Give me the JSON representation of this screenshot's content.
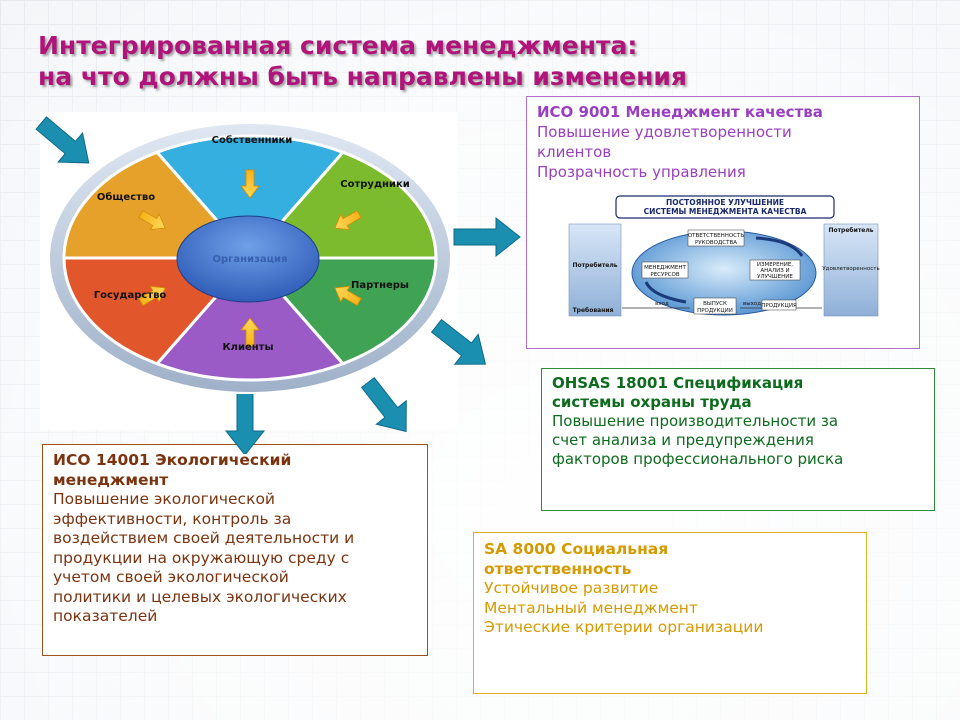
{
  "title": {
    "line1": "Интегрированная система менеджмента:",
    "line2": "на что должны быть направлены изменения"
  },
  "wheel": {
    "segments": [
      {
        "label": "Собственники",
        "color": "#35aee0"
      },
      {
        "label": "Сотрудники",
        "color": "#7cbb2e"
      },
      {
        "label": "Партнеры",
        "color": "#3fa353"
      },
      {
        "label": "Клиенты",
        "color": "#9b5bc6"
      },
      {
        "label": "Государство",
        "color": "#e2562c"
      },
      {
        "label": "Общество",
        "color": "#e6a12a"
      }
    ],
    "center": "Организация"
  },
  "boxes": {
    "iso9001": {
      "heading": "ИСО 9001 Менеджмент качества",
      "lines": [
        "Повышение удовлетворенности",
        "клиентов",
        "Прозрачность управления"
      ]
    },
    "ohsas": {
      "heading1": "OHSAS 18001 Спецификация",
      "heading2": "системы охраны труда",
      "lines": [
        "Повышение производительности за",
        "счет анализа и предупреждения",
        "факторов профессионального риска"
      ]
    },
    "iso14001": {
      "heading1": "ИСО 14001 Экологический",
      "heading2": "менеджмент",
      "lines": [
        "Повышение экологической",
        "эффективности, контроль за",
        "воздействием своей деятельности и",
        "продукции на окружающую среду с",
        "учетом своей экологической",
        "политики и целевых экологических",
        "показателей"
      ]
    },
    "sa8000": {
      "heading1": "SA 8000 Социальная",
      "heading2": "ответственность",
      "lines": [
        "Устойчивое развитие",
        "Ментальный менеджмент",
        "Этические критерии организации"
      ]
    }
  },
  "pdca": {
    "banner1": "ПОСТОЯННОЕ УЛУЧШЕНИЕ",
    "banner2": "СИСТЕМЫ МЕНЕДЖМЕНТА КАЧЕСТВА",
    "consumer_left": "Потребитель",
    "consumer_right": "Потребитель",
    "requirements": "Требования",
    "satisfaction": "Удовлетворенность",
    "responsibility1": "ОТВЕТСТВЕННОСТЬ",
    "responsibility2": "РУКОВОДСТВА",
    "resources1": "МЕНЕДЖМЕНТ",
    "resources2": "РЕСУРСОВ",
    "measurement1": "ИЗМЕРЕНИЕ,",
    "measurement2": "АНАЛИЗ И",
    "measurement3": "УЛУЧШЕНИЕ",
    "product1": "ВЫПУСК",
    "product2": "ПРОДУКЦИИ",
    "input": "вход",
    "output": "выход",
    "production": "ПРОДУКЦИЯ"
  },
  "colors": {
    "title": "#b0147a",
    "arrow": "#1a8fb0"
  }
}
